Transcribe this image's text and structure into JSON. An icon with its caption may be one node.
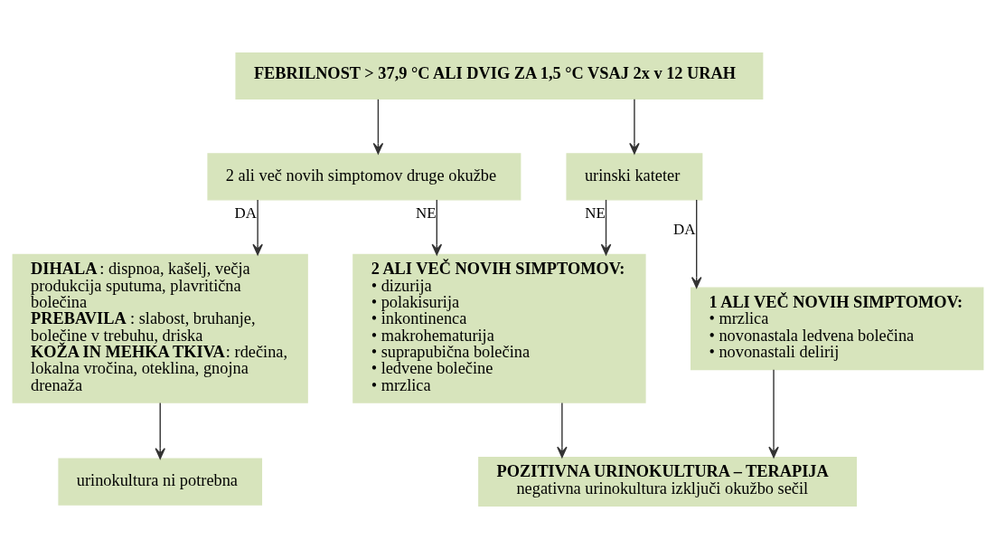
{
  "diagram": {
    "nodes": [
      {
        "text": [
          "FEBRILNOST > 37,9 °C ALI DVIG ZA 1,5 °C VSAJ 2x v 12 URAH"
        ]
      },
      {
        "text": [
          "2 ali več novih simptomov druge okužbe"
        ]
      },
      {
        "text": [
          "urinski kateter"
        ]
      },
      {
        "text": [
          "**DIHALA**: dispnoa, kašelj, večja produkcija sputuma, plavritična bolečina",
          "**PREBAVILA**: slabost, bruhanje, bolečine v trebuhu, driska",
          "**KOŽA IN MEHKA TKIVA**: rdečina, lokalna vročina, oteklina, gnojna drenaža"
        ]
      },
      {
        "text": [
          "2 ALI VEČ NOVIH SIMPTOMOV:",
          "• dizurija",
          "• polakisurija",
          "• inkontinenca",
          "• makrohematurija",
          "• suprapubična bolečina",
          "• ledvene bolečine",
          "• mrzlica"
        ]
      },
      {
        "text": [
          "1 ALI VEČ NOVIH SIMPTOMOV:",
          "• mrzlica",
          "• novonastala ledvena bolečina",
          "• novonastali delirij"
        ]
      },
      {
        "text": [
          "urinokultura ni potrebna"
        ]
      },
      {
        "text": [
          "POZITIVNA URINOKULTURA – TERAPIJA",
          "negativna urinokultura izključi okužbo sečil"
        ]
      }
    ],
    "edges": [
      {
        "from": 0,
        "to": 1,
        "arrow": "to"
      },
      {
        "from": 0,
        "to": 2,
        "arrow": "to"
      },
      {
        "from": 1,
        "to": 3,
        "arrow": "to",
        "label": "DA"
      },
      {
        "from": 1,
        "to": 4,
        "arrow": "to",
        "label": "NE"
      },
      {
        "from": 2,
        "to": 4,
        "arrow": "to",
        "label": "NE"
      },
      {
        "from": 2,
        "to": 5,
        "arrow": "to",
        "label": "DA"
      },
      {
        "from": 3,
        "to": 6,
        "arrow": "to"
      },
      {
        "from": 4,
        "to": 7,
        "arrow": "to"
      },
      {
        "from": 5,
        "to": 7,
        "arrow": "to"
      }
    ]
  }
}
